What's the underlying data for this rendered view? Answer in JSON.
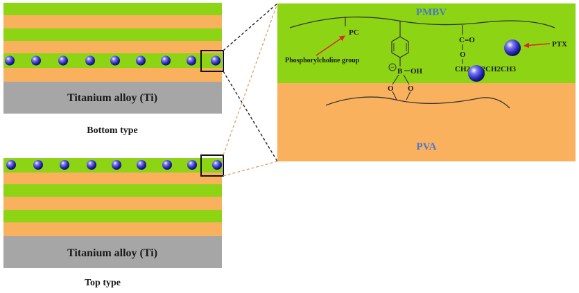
{
  "bottom_panel": {
    "substrate_label": "Titanium alloy (Ti)",
    "caption": "Bottom type"
  },
  "top_panel": {
    "substrate_label": "Titanium alloy (Ti)",
    "caption": "Top type"
  },
  "detail": {
    "pmbv_label": "PMBV",
    "pva_label": "PVA",
    "pc_label": "PC",
    "phosphorylcholine_label": "Phosphorylcholine group",
    "ptx_label": "PTX",
    "carbonyl_label": "C=O",
    "ester_o_label": "O",
    "butyl_label": "CH2CH2CH2CH3",
    "boronate_label": "B",
    "hydroxyl_label": "OH",
    "charge_label": "−",
    "ester_link_left": "O",
    "ester_link_right": "O"
  },
  "colors": {
    "green": "#8cd414",
    "orange": "#f9b15e",
    "substrate": "#a6a6a6",
    "particle": "#3a3acc",
    "label_blue": "#4a78c8",
    "arrow_red": "#e0242a",
    "zoom_line_black": "#222222",
    "zoom_line_orange": "#d6995c"
  }
}
